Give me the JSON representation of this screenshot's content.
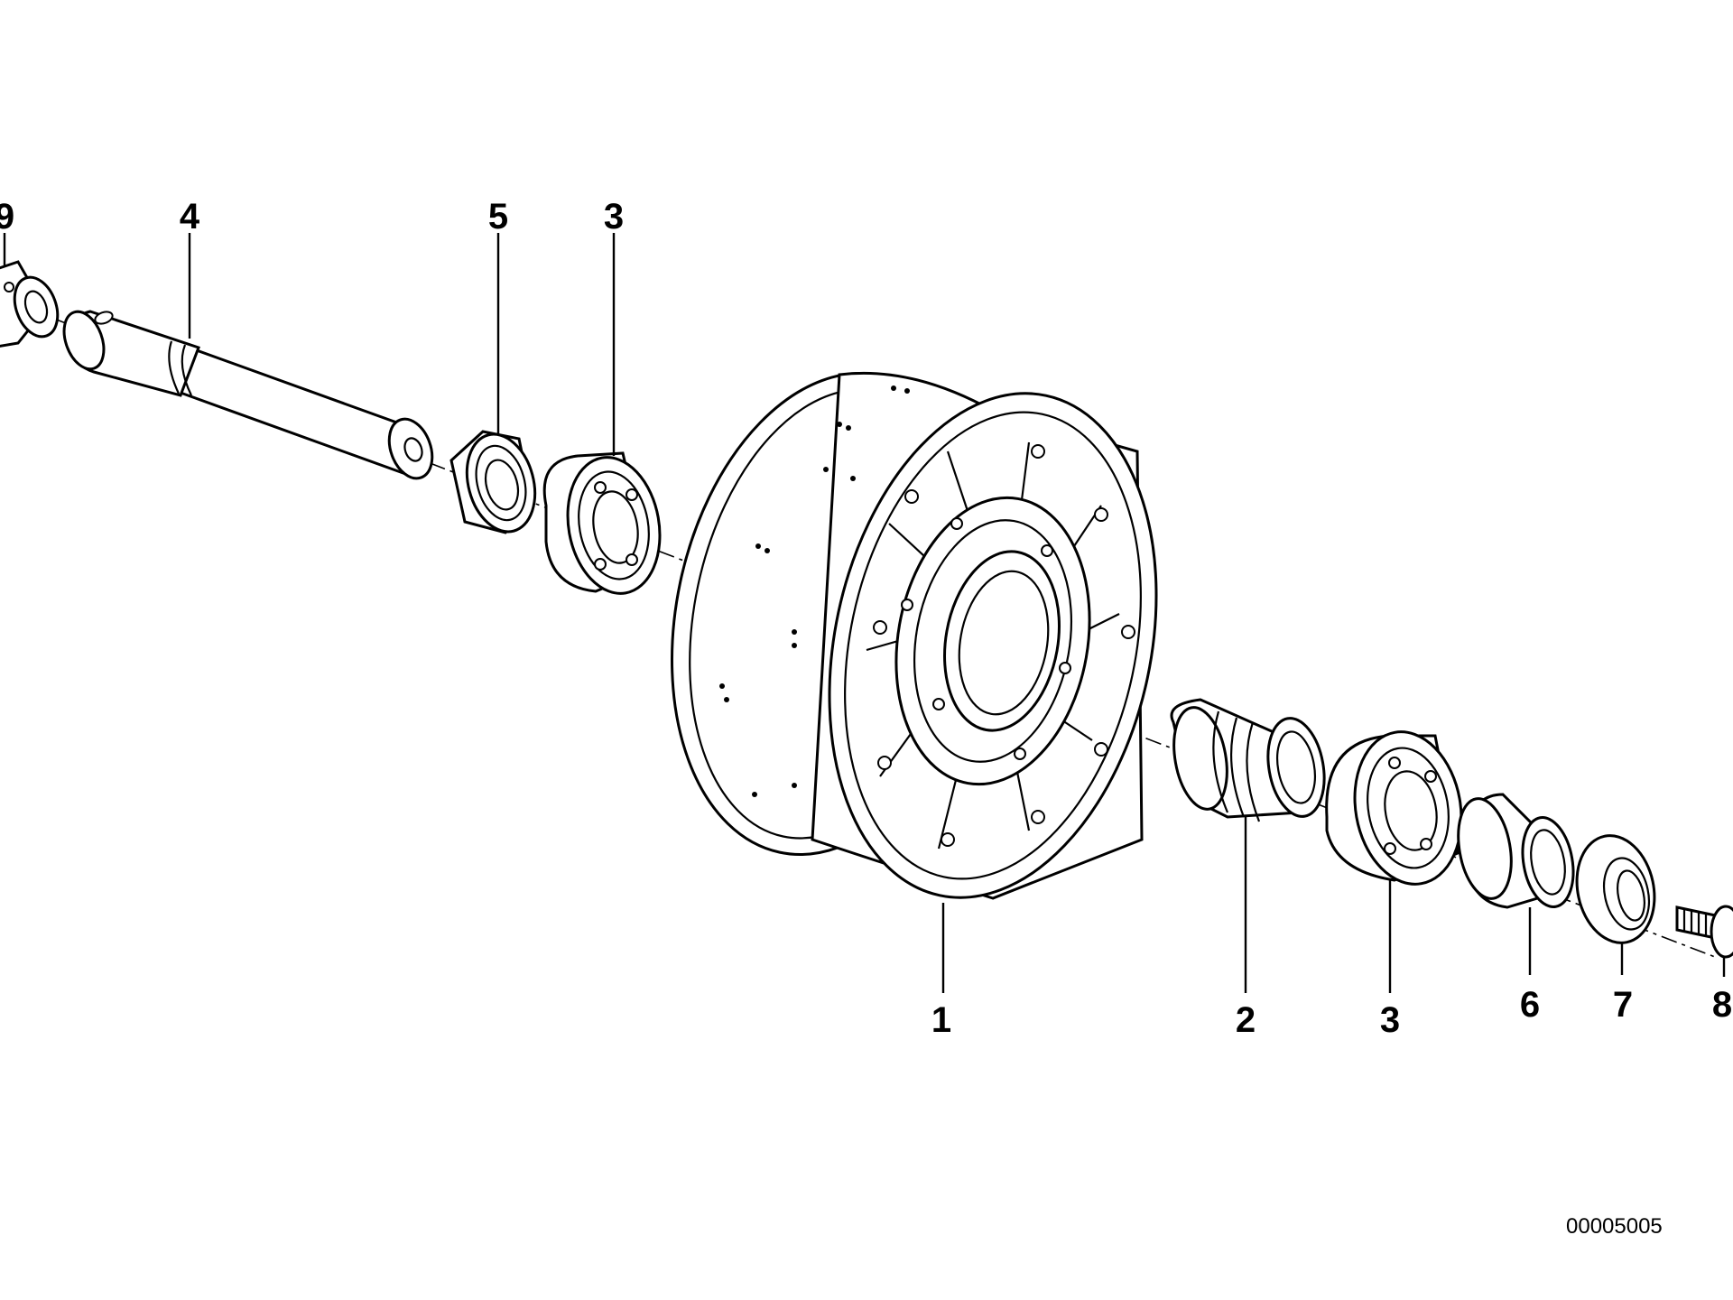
{
  "diagram": {
    "callouts": [
      "9",
      "4",
      "5",
      "3",
      "1",
      "2",
      "3",
      "6",
      "7",
      "8"
    ],
    "reference_number": "00005005"
  }
}
